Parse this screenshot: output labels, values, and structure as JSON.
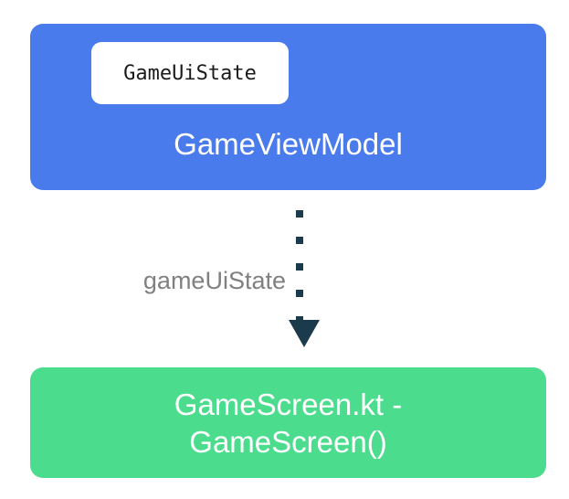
{
  "diagram": {
    "type": "flow-diagram",
    "background_color": "#ffffff",
    "nodes": [
      {
        "id": "viewmodel",
        "title": "GameViewModel",
        "color": "#4a7bec",
        "text_color": "#ffffff",
        "chip": {
          "label": "GameUiState",
          "background_color": "#ffffff",
          "text_color": "#1b1b1b"
        }
      },
      {
        "id": "screen",
        "title": "GameScreen.kt -\nGameScreen()",
        "title_line1": "GameScreen.kt -",
        "title_line2": "GameScreen()",
        "color": "#4cdc8d",
        "text_color": "#ffffff"
      }
    ],
    "connector": {
      "label": "gameUiState",
      "label_color": "#808080",
      "line_style": "dotted",
      "line_color": "#1b3a4b",
      "dot_count": 5,
      "arrow_direction": "down",
      "from": "viewmodel",
      "to": "screen"
    }
  }
}
